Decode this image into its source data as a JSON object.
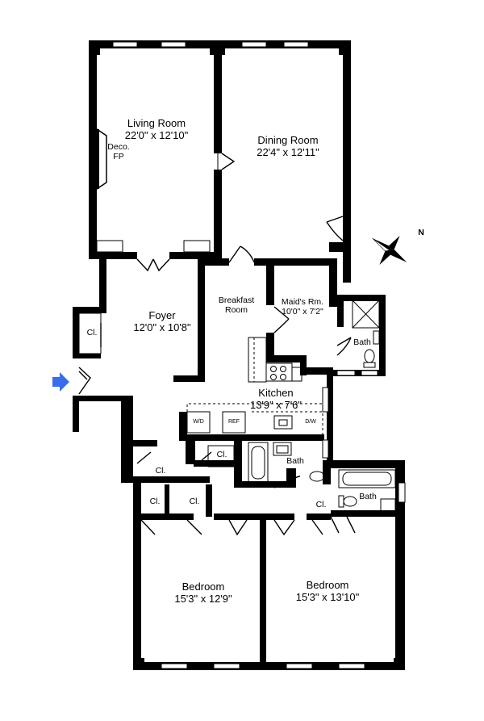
{
  "rooms": {
    "living": {
      "name": "Living Room",
      "dims": "22'0\" x 12'10\""
    },
    "fireplace": {
      "line1": "Deco.",
      "line2": "FP"
    },
    "dining": {
      "name": "Dining Room",
      "dims": "22'4\" x 12'11\""
    },
    "breakfast": {
      "line1": "Breakfast",
      "line2": "Room"
    },
    "maids": {
      "name": "Maid's Rm.",
      "dims": "10'0\" x 7'2\""
    },
    "foyer": {
      "name": "Foyer",
      "dims": "12'0\" x 10'8\""
    },
    "kitchen": {
      "name": "Kitchen",
      "dims": "13'9\" x 7'6\""
    },
    "bedroom1": {
      "name": "Bedroom",
      "dims": "15'3\" x 12'9\""
    },
    "bedroom2": {
      "name": "Bedroom",
      "dims": "15'3\" x 13'10\""
    }
  },
  "closets": {
    "foyer_closet": "Cl.",
    "kitchen_closet": "Cl.",
    "hall_closet": "Cl.",
    "bed1_closet_a": "Cl.",
    "bed1_closet_b": "Cl.",
    "bed2_closet": "Cl."
  },
  "baths": {
    "maid_bath": "Bath",
    "hall_bath": "Bath",
    "master_bath": "Bath"
  },
  "appliances": {
    "washer_dryer": "W/D",
    "refrigerator": "REF",
    "dishwasher": "D/W"
  },
  "compass": {
    "north": "N"
  },
  "colors": {
    "entry_arrow": "#3a6ee8",
    "walls": "#000000"
  }
}
